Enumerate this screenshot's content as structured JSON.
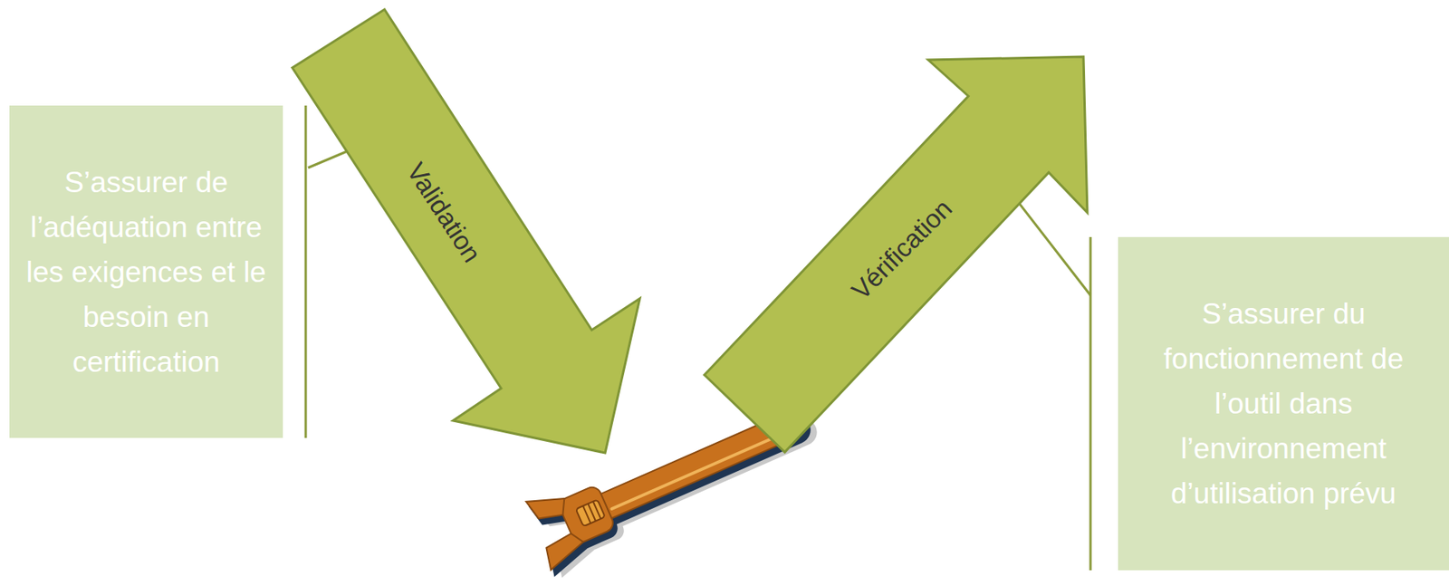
{
  "diagram": {
    "nodes": [
      {
        "text": [
          "S’assurer de l’adéquation entre les exigences  et le besoin en certification"
        ]
      },
      {
        "text": [
          "Validation"
        ]
      },
      {
        "text": [
          "Vérification"
        ]
      },
      {
        "text": [
          "S’assurer du fonctionnement de l’outil dans l’environnement d’utilisation prévu"
        ]
      }
    ]
  }
}
